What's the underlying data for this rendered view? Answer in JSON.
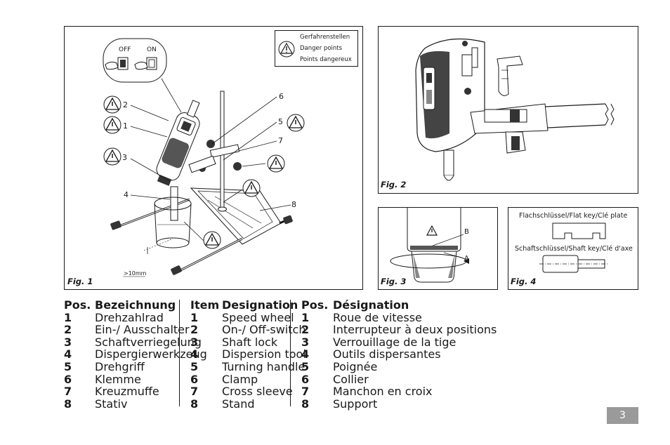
{
  "fig1": {
    "label": "Fig. 1",
    "legend": [
      "Gerfahrenstellen",
      "Danger points",
      "Points dangereux"
    ],
    "switch_off": "OFF",
    "switch_on": "ON",
    "callouts": [
      "2",
      "1",
      "3",
      "4",
      "6",
      "5",
      "7",
      "8"
    ],
    "depth_note": ">10mm"
  },
  "fig2": {
    "label": "Fig. 2"
  },
  "fig3": {
    "label": "Fig. 3",
    "mark_b": "B",
    "mark_a": "A"
  },
  "fig4": {
    "label": "Fig. 4",
    "flat_key": "Flachschlüssel/Flat key/Clé plate",
    "shaft_key": "Schaftschlüssel/Shaft key/Clé d'axe"
  },
  "table_de": {
    "headers": [
      "Pos.",
      "Bezeichnung"
    ],
    "rows": [
      [
        "1",
        "Drehzahlrad"
      ],
      [
        "2",
        "Ein-/ Ausschalter"
      ],
      [
        "3",
        "Schaftverriegelung"
      ],
      [
        "4",
        "Dispergierwerkzeug"
      ],
      [
        "5",
        "Drehgriff"
      ],
      [
        "6",
        "Klemme"
      ],
      [
        "7",
        "Kreuzmuffe"
      ],
      [
        "8",
        "Stativ"
      ]
    ]
  },
  "table_en": {
    "headers": [
      "Item",
      "Designation"
    ],
    "rows": [
      [
        "1",
        "Speed wheel"
      ],
      [
        "2",
        "On-/ Off-switch"
      ],
      [
        "3",
        "Shaft lock"
      ],
      [
        "4",
        "Dispersion tool"
      ],
      [
        "5",
        "Turning handle"
      ],
      [
        "6",
        "Clamp"
      ],
      [
        "7",
        "Cross sleeve"
      ],
      [
        "8",
        "Stand"
      ]
    ]
  },
  "table_fr": {
    "headers": [
      "Pos.",
      "Désignation"
    ],
    "rows": [
      [
        "1",
        "Roue de vitesse"
      ],
      [
        "2",
        "Interrupteur à deux positions"
      ],
      [
        "3",
        "Verrouillage de la tige"
      ],
      [
        "4",
        "Outils dispersantes"
      ],
      [
        "5",
        "Poignée"
      ],
      [
        "6",
        "Collier"
      ],
      [
        "7",
        "Manchon en croix"
      ],
      [
        "8",
        "Support"
      ]
    ]
  },
  "page_number": "3"
}
